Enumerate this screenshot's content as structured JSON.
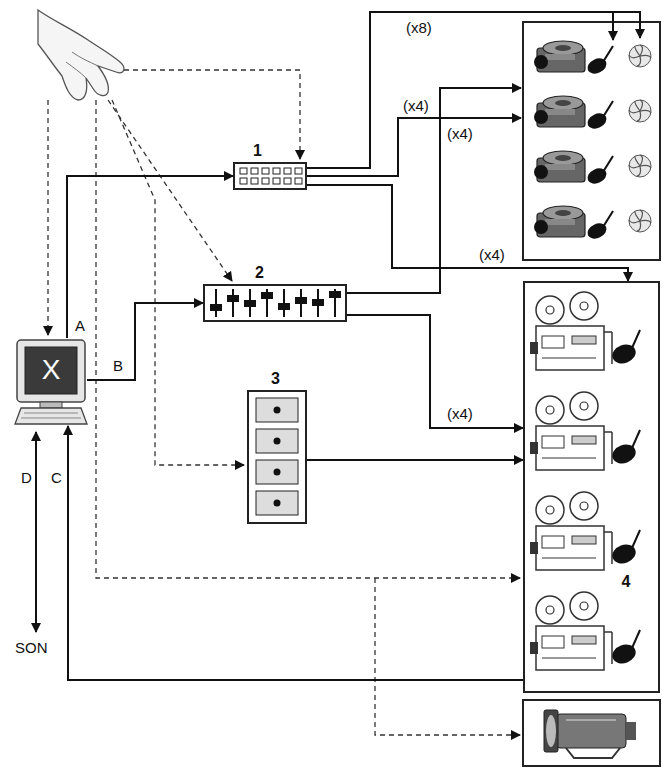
{
  "diagram": {
    "nodes": [
      {
        "text": [
          "1"
        ]
      },
      {
        "text": [
          "2"
        ]
      },
      {
        "text": [
          "X"
        ]
      },
      {
        "text": [
          "3"
        ]
      },
      {
        "text": [
          "4"
        ]
      }
    ],
    "edges": [
      {
        "from": 2,
        "to": 0,
        "arrow": "to",
        "label": "A"
      },
      {
        "from": 2,
        "to": 1,
        "arrow": "to",
        "label": "B"
      },
      {
        "from": 0,
        "to": 4,
        "arrow": "to",
        "label": "(x4)"
      },
      {
        "from": 1,
        "to": 4,
        "arrow": "to",
        "label": "(x4)"
      },
      {
        "from": 3,
        "to": 4,
        "arrow": "to"
      },
      {
        "from": 4,
        "to": 2,
        "arrow": "to",
        "label": "C"
      }
    ],
    "labels": [
      "(x8)",
      "(x4)",
      "(x4)",
      "D",
      "SON"
    ]
  }
}
